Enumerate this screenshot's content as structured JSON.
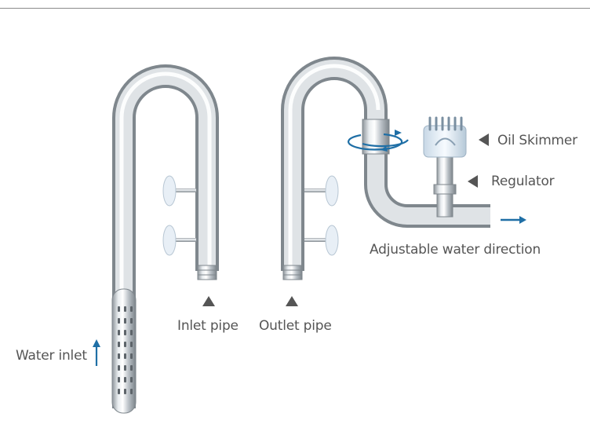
{
  "labels": {
    "oil_skimmer": "Oil Skimmer",
    "regulator": "Regulator",
    "adjustable": "Adjustable water direction",
    "inlet_pipe": "Inlet pipe",
    "outlet_pipe": "Outlet pipe",
    "water_inlet": "Water inlet"
  },
  "colors": {
    "accent_arrow": "#1f6fa6",
    "label_text": "#555555",
    "steel": "#c9ced2"
  }
}
